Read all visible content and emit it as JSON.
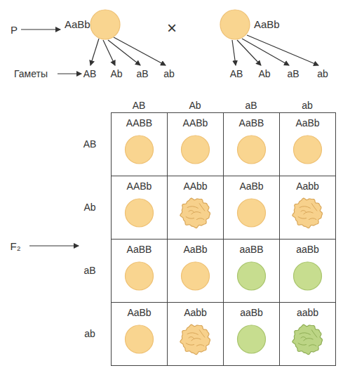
{
  "diagram": {
    "nodes": [
      {
        "text": [
          "AaBb"
        ]
      },
      {
        "text": [
          "AaBb"
        ]
      },
      {
        "text": [
          "AABB"
        ]
      },
      {
        "text": [
          "AABb"
        ]
      },
      {
        "text": [
          "AaBB"
        ]
      },
      {
        "text": [
          "AaBb"
        ]
      },
      {
        "text": [
          "AABb"
        ]
      },
      {
        "text": [
          "AAbb"
        ]
      },
      {
        "text": [
          "AaBb"
        ]
      },
      {
        "text": [
          "Aabb"
        ]
      },
      {
        "text": [
          "AaBB"
        ]
      },
      {
        "text": [
          "AaBb"
        ]
      },
      {
        "text": [
          "aaBB"
        ]
      },
      {
        "text": [
          "aaBb"
        ]
      },
      {
        "text": [
          "AaBb"
        ]
      },
      {
        "text": [
          "Aabb"
        ]
      },
      {
        "text": [
          "aaBb"
        ]
      },
      {
        "text": [
          "aabb"
        ]
      }
    ],
    "labels": [
      "P",
      "×",
      "Гаметы",
      "AB",
      "Ab",
      "aB",
      "ab",
      "AB",
      "Ab",
      "aB",
      "ab",
      "AB",
      "Ab",
      "aB",
      "ab",
      "AB",
      "Ab",
      "aB",
      "ab",
      "F₂"
    ]
  }
}
